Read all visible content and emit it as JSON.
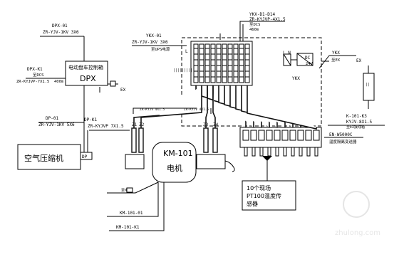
{
  "dpx": {
    "top_tag": "DPX-01",
    "top_cable": "ZR-YJV-1KV 3X6",
    "box_title": "电动盘车控制箱",
    "box_label": "DPX",
    "left_tag": "DPX-K1",
    "left_detail": "至DCS",
    "left_cable": "ZR-KYJVP-7X1.5",
    "left_len": "400m",
    "right_tag": "EX"
  },
  "dp": {
    "tag": "DP-01",
    "cable": "ZR-YJV-1KV 5X6",
    "k_tag": "DP-K1",
    "k_cable": "ZR-KYJVP 7X1.5",
    "label": "DP"
  },
  "compressor": {
    "label": "空气压缩机"
  },
  "ykx_left": {
    "tag": "YKX-01",
    "cable": "ZR-YJV-1KV 3X6",
    "src": "至UPS电源",
    "ln": "L N"
  },
  "ykx_top": {
    "tag": "YKX-D1-D14",
    "cable": "ZR-KYJVP-4X1.5",
    "dest": "至DCS",
    "len": "460m"
  },
  "ykx": {
    "label": "YKX",
    "dc_label": "DC",
    "dc_v": "24V",
    "ln": "L N",
    "ex_tag": "YKX",
    "ex_detail": "至EX",
    "ex": "EX"
  },
  "k101": {
    "tag": "K-101-K3",
    "cable": "KYJV-8X1.5",
    "note": "至EX接线箱"
  },
  "en": {
    "model": "EN-W5000C",
    "desc": "温度隔离变送器"
  },
  "cab_labels": [
    "ZR-KYJV 4X1.5",
    "ZR-KYJV 4X1.5"
  ],
  "terminals": {
    "z1": "Z1",
    "z2": "Z2",
    "z3": "Z3",
    "z4": "Z4"
  },
  "motor": {
    "tag": "KM-101",
    "label": "电机"
  },
  "lines": {
    "a": "KM-101-01",
    "b": "KM-101-K1",
    "c": "至电源"
  },
  "pt100": {
    "line1": "10个现场",
    "line2": "PT100温度传",
    "line3": "感器"
  },
  "watermark": "zhulong.com"
}
